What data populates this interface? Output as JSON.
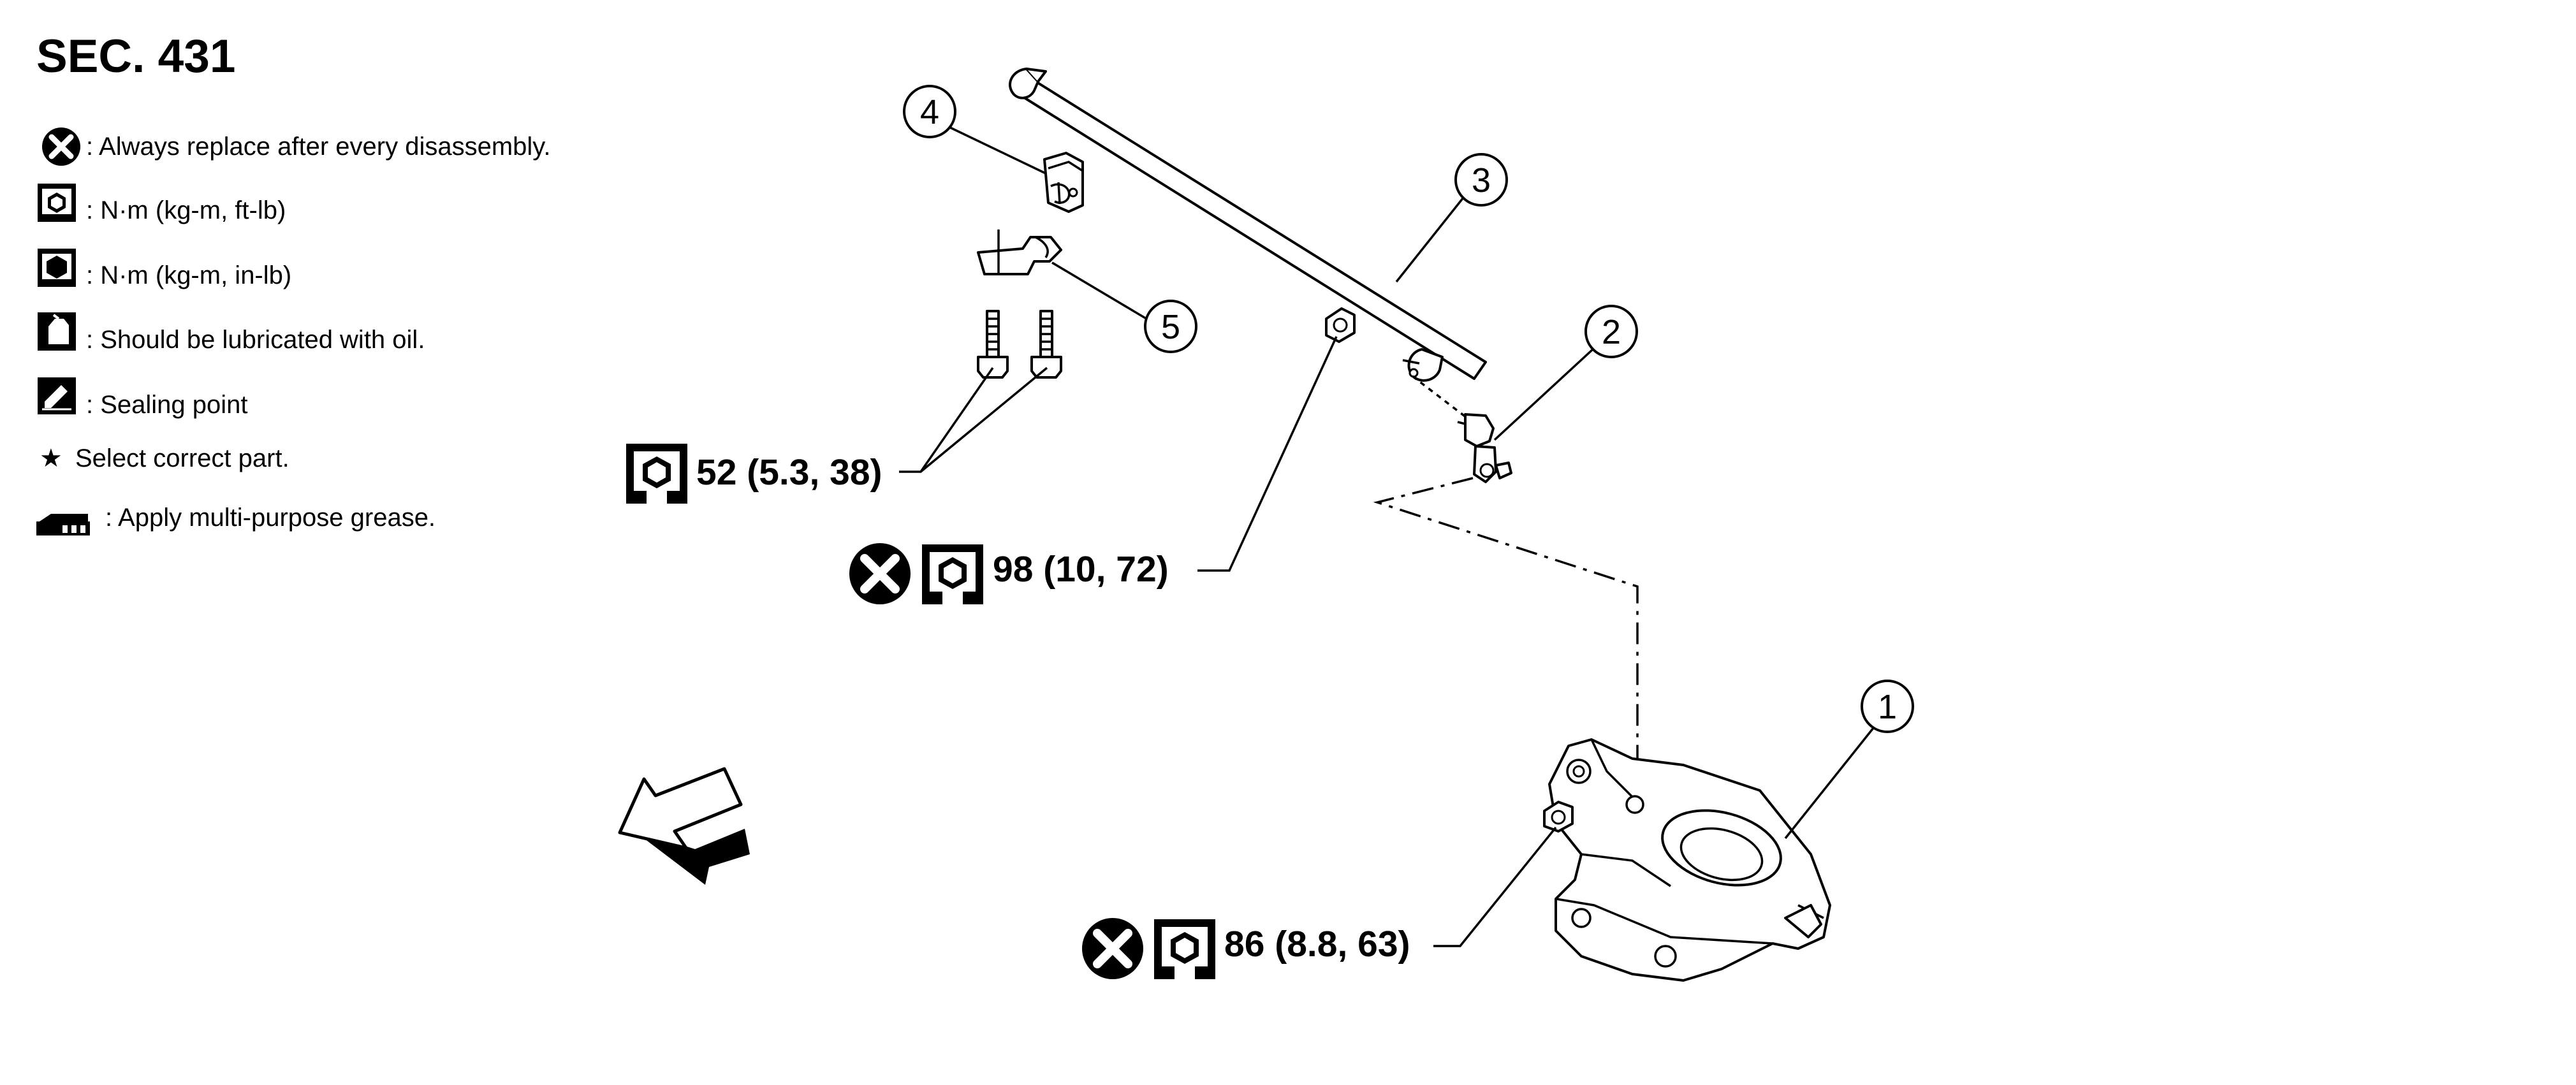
{
  "section": {
    "title": "SEC. 431"
  },
  "legend": {
    "items": [
      {
        "icon": "always-replace-icon",
        "text": ": Always replace after every disassembly."
      },
      {
        "icon": "torque-ft-lb-icon",
        "text": ": N·m (kg-m, ft-lb)"
      },
      {
        "icon": "torque-in-lb-icon",
        "text": ": N·m (kg-m, in-lb)"
      },
      {
        "icon": "oil-can-icon",
        "text": ": Should be lubricated with oil."
      },
      {
        "icon": "sealing-point-icon",
        "text": ": Sealing point"
      },
      {
        "icon": "star-icon",
        "text": "Select correct part."
      },
      {
        "icon": "grease-icon",
        "text": ": Apply multi-purpose grease."
      }
    ]
  },
  "star_glyph": "★",
  "torque_specs": [
    {
      "text": "52 (5.3, 38)",
      "always_replace": false
    },
    {
      "text": "98 (10, 72)",
      "always_replace": true
    },
    {
      "text": "86 (8.8, 63)",
      "always_replace": true
    }
  ],
  "callouts": {
    "c1": "1",
    "c2": "2",
    "c3": "3",
    "c4": "4",
    "c5": "5"
  }
}
